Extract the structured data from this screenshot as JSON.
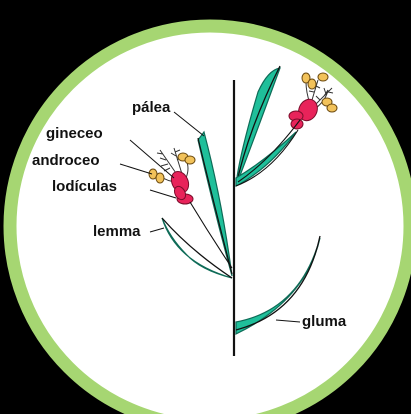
{
  "colors": {
    "background": "#000000",
    "ring": "#a6d672",
    "disc": "#ffffff",
    "glume": "#1fbf9a",
    "glume_outline": "#0e6b57",
    "ovary": "#e8235a",
    "lodicule": "#e8235a",
    "anther": "#f2c25a",
    "stem": "#111111"
  },
  "labels": {
    "palea": "pálea",
    "gynoecium": "gineceo",
    "androecium": "androceo",
    "lodicules": "lodículas",
    "lemma": "lemma",
    "glume": "gluma"
  }
}
